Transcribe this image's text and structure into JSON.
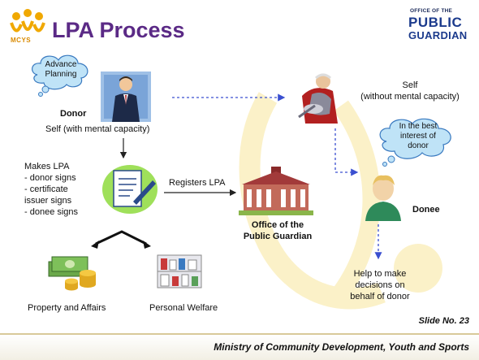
{
  "title": "LPA Process",
  "logos": {
    "mcys": "MCYS",
    "opg_small": "OFFICE OF THE",
    "opg_public": "PUBLIC",
    "opg_guardian": "GUARDIAN"
  },
  "clouds": {
    "advance_planning": [
      "Advance",
      "Planning"
    ],
    "best_interest": [
      "In the best",
      "interest of",
      "donor"
    ]
  },
  "donor": {
    "title": "Donor",
    "subtitle": "Self (with mental capacity)"
  },
  "self_no_capacity": [
    "Self",
    "(without mental capacity)"
  ],
  "makes_lpa": [
    "Makes LPA",
    "-  donor signs",
    "-  certificate",
    "issuer signs",
    "-  donee signs"
  ],
  "registers_lpa": "Registers LPA",
  "opg_building": [
    "Office of the",
    "Public Guardian"
  ],
  "donee": "Donee",
  "help": [
    "Help to make",
    "decisions on",
    "behalf of donor"
  ],
  "property": "Property and Affairs",
  "welfare": "Personal Welfare",
  "slide_no": "Slide No. 23",
  "footer": "Ministry of Community Development, Youth and Sports",
  "colors": {
    "title": "#5b2a86",
    "dashed_arrow": "#3a4fd0",
    "cloud_fill": "#bfe3f7",
    "cloud_stroke": "#3a7ac0",
    "watermark": "#fbf1c8"
  }
}
